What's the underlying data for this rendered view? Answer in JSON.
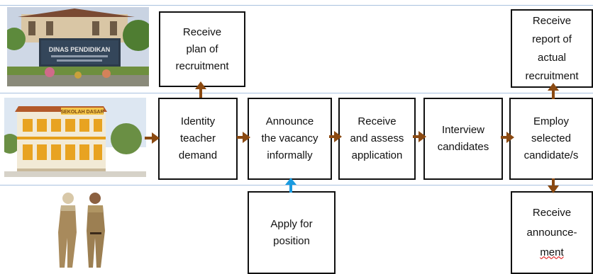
{
  "photos": {
    "office_sign_line1": "DINAS  PENDIDIKAN",
    "school_sign": "SEKOLAH DASAR"
  },
  "colors": {
    "arrow_brown": "#8b4a12",
    "arrow_blue": "#1a9be0",
    "lane_line": "#a9c1df",
    "box_border": "#111111"
  },
  "lanes": [
    {
      "name": "education-office",
      "icon": "office-photo"
    },
    {
      "name": "school",
      "icon": "school-photo"
    },
    {
      "name": "teacher-candidates",
      "icon": "teachers-photo"
    }
  ],
  "boxes": {
    "receive_plan": "Receive\nplan of\nrecruitment",
    "identify_demand": "Identity\nteacher\ndemand",
    "announce_vacancy": "Announce\nthe vacancy\ninformally",
    "receive_assess": "Receive\nand assess\napplication",
    "interview": "Interview\ncandidates",
    "employ": "Employ\nselected\ncandidate/s",
    "receive_report": "Receive\nreport of\nactual\nrecruitment",
    "apply_position": "Apply for\nposition",
    "receive_announcement": "Receive\nannounce-\n",
    "receive_announcement_last": "ment"
  }
}
